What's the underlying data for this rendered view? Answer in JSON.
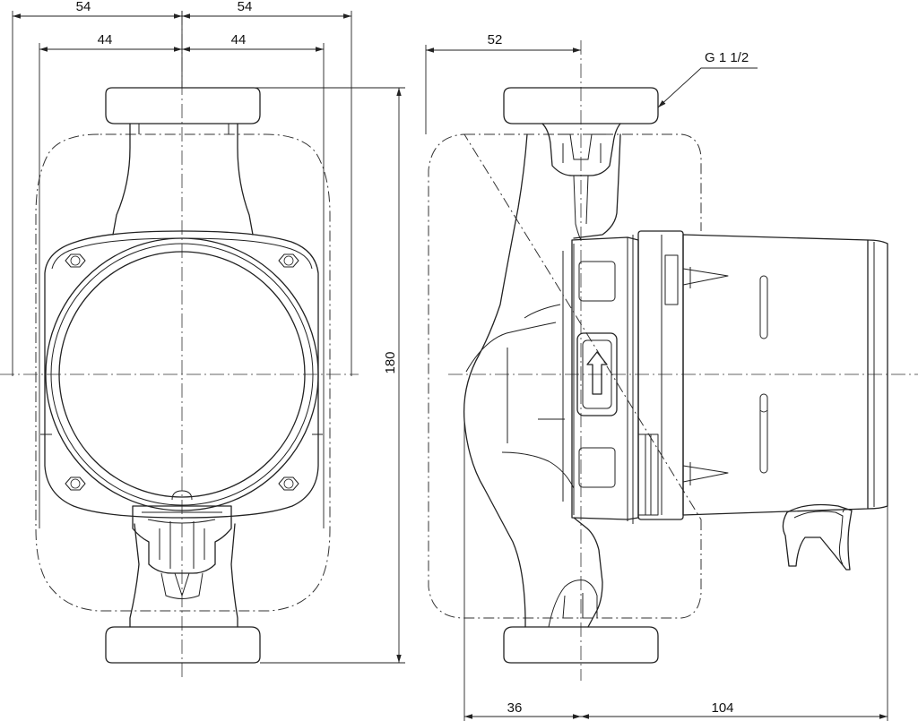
{
  "dimensions": {
    "front_half_width_outer_left": "54",
    "front_half_width_outer_right": "54",
    "front_half_width_inner_left": "44",
    "front_half_width_inner_right": "44",
    "height": "180",
    "side_port_offset": "52",
    "thread": "G 1 1/2",
    "side_bottom_left": "36",
    "side_bottom_right": "104"
  }
}
